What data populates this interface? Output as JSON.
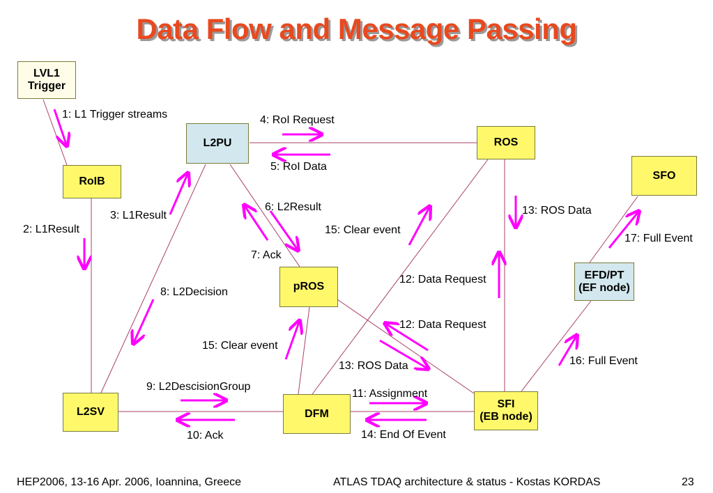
{
  "title": "Data Flow and Message Passing",
  "colors": {
    "title": "#e8491f",
    "arrow": "#ff00ff",
    "box": "#fff86b",
    "box_alt": "#d3e8ee",
    "line": "#a8406a"
  },
  "nodes": {
    "lvl1": "LVL1\nTrigger",
    "roib": "RoIB",
    "l2pu": "L2PU",
    "ros": "ROS",
    "sfo": "SFO",
    "pros": "pROS",
    "efd": "EFD/PT\n(EF node)",
    "l2sv": "L2SV",
    "dfm": "DFM",
    "sfi": "SFI\n(EB node)"
  },
  "messages": {
    "m1": "1: L1 Trigger streams",
    "m2": "2: L1Result",
    "m3": "3: L1Result",
    "m4": "4: RoI Request",
    "m5": "5: RoI Data",
    "m6": "6: L2Result",
    "m7": "7: Ack",
    "m8": "8: L2Decision",
    "m9": "9: L2DescisionGroup",
    "m10": "10: Ack",
    "m11": "11: Assignment",
    "m12a": "12: Data Request",
    "m12b": "12: Data Request",
    "m13a": "13: ROS Data",
    "m13b": "13: ROS Data",
    "m14": "14: End Of Event",
    "m15a": "15: Clear event",
    "m15b": "15: Clear event",
    "m16": "16: Full Event",
    "m17": "17: Full Event"
  },
  "footer": {
    "left": "HEP2006, 13-16 Apr. 2006, Ioannina, Greece",
    "center": "ATLAS TDAQ architecture & status - Kostas KORDAS",
    "page": "23"
  }
}
